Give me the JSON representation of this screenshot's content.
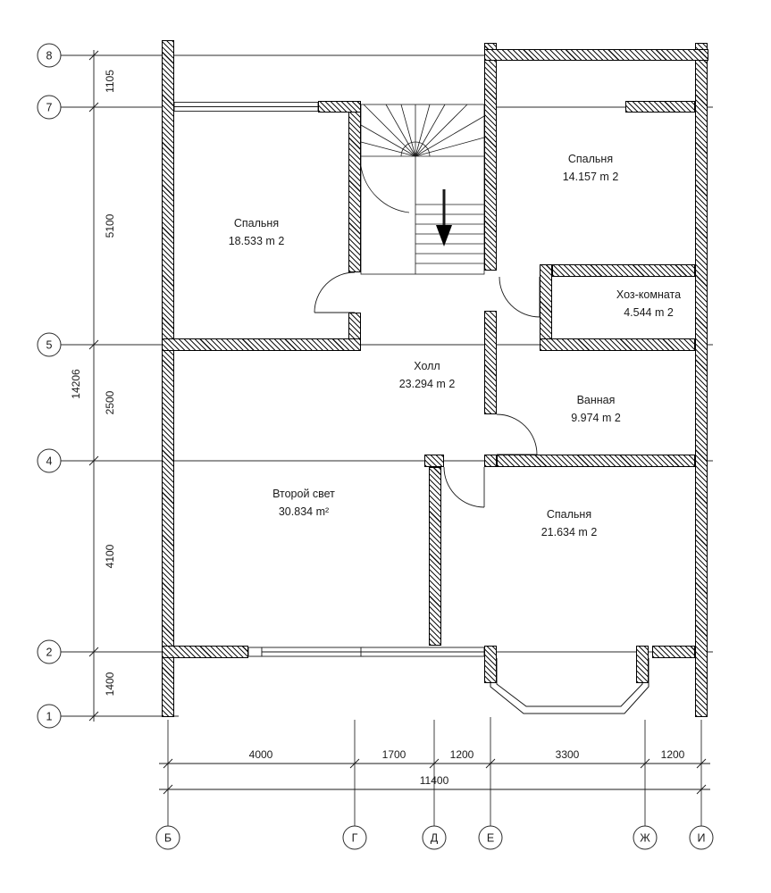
{
  "axes": {
    "rows": [
      "8",
      "7",
      "5",
      "4",
      "2",
      "1"
    ],
    "cols": [
      "Б",
      "Г",
      "Д",
      "Е",
      "Ж",
      "И"
    ]
  },
  "dimensions": {
    "left_segments": [
      "1105",
      "5100",
      "2500",
      "4100",
      "1400"
    ],
    "left_total": "14206",
    "bottom_segments": [
      "4000",
      "1700",
      "1200",
      "3300",
      "1200"
    ],
    "bottom_total": "11400"
  },
  "rooms": [
    {
      "name": "Спальня",
      "area": "18.533 m 2"
    },
    {
      "name": "Спальня",
      "area": "14.157 m 2"
    },
    {
      "name": "Хоз-комната",
      "area": "4.544 m 2"
    },
    {
      "name": "Холл",
      "area": "23.294 m 2"
    },
    {
      "name": "Ванная",
      "area": "9.974 m 2"
    },
    {
      "name": "Второй свет",
      "area": "30.834 m²"
    },
    {
      "name": "Спальня",
      "area": "21.634 m 2"
    }
  ],
  "colors": {
    "line": "#1a1a1a",
    "background": "#ffffff"
  }
}
